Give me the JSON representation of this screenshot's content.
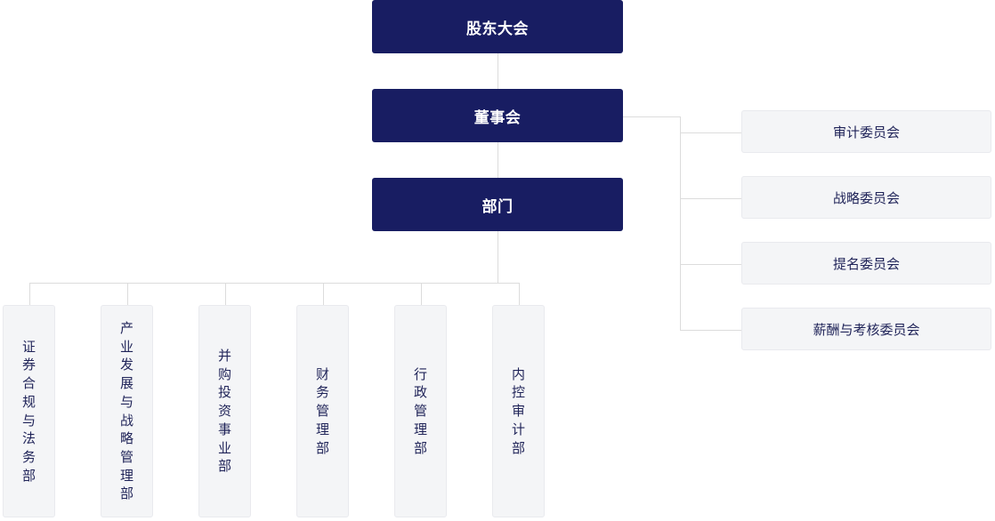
{
  "org_chart": {
    "levels": {
      "shareholders": "股东大会",
      "board": "董事会",
      "departments": "部门"
    },
    "committees": [
      {
        "label": "审计委员会"
      },
      {
        "label": "战略委员会"
      },
      {
        "label": "提名委员会"
      },
      {
        "label": "薪酬与考核委员会"
      }
    ],
    "departments": [
      {
        "label": "证券合规与法务部"
      },
      {
        "label": "产业发展与战略管理部"
      },
      {
        "label": "并购投资事业部"
      },
      {
        "label": "财务管理部"
      },
      {
        "label": "行政管理部"
      },
      {
        "label": "内控审计部"
      }
    ],
    "colors": {
      "main_node_bg": "#181d62",
      "main_node_text": "#ffffff",
      "sub_node_bg": "#f4f5f7",
      "sub_node_text": "#1f2358",
      "connector": "#dcdcdc"
    }
  }
}
